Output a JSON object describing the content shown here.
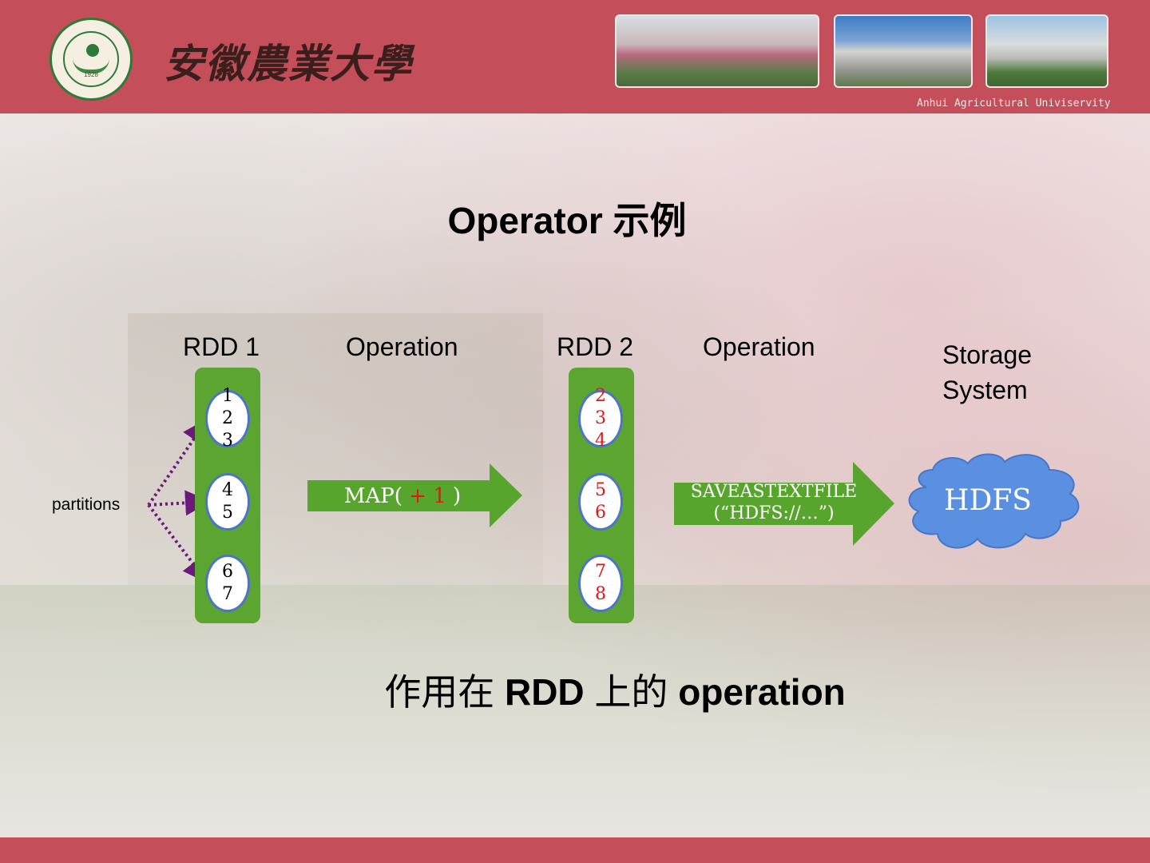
{
  "header": {
    "school_name": "安徽農業大學",
    "logo_year": "1928",
    "tagline": "Anhui Agricultural Univiservity"
  },
  "slide": {
    "title": "Operator 示例",
    "labels": {
      "rdd1": "RDD 1",
      "operation1": "Operation",
      "rdd2": "RDD 2",
      "operation2": "Operation",
      "storage_line1": "Storage",
      "storage_line2": "System",
      "partitions": "partitions"
    },
    "rdd1_partitions": [
      [
        "1",
        "2",
        "3"
      ],
      [
        "4",
        "5"
      ],
      [
        "6",
        "7"
      ]
    ],
    "rdd2_partitions": [
      [
        "2",
        "3",
        "4"
      ],
      [
        "5",
        "6"
      ],
      [
        "7",
        "8"
      ]
    ],
    "map_op": {
      "prefix": "MAP(",
      "plus_one": "+ 1",
      "suffix": ")"
    },
    "save_op": {
      "line1": "SAVEASTEXTFILE",
      "line2": "(“HDFS://…”)"
    },
    "storage": "HDFS",
    "subtitle": {
      "part1": "作用在 ",
      "rdd": "RDD",
      "part2": " 上的 ",
      "operation": "operation"
    }
  },
  "colors": {
    "header_bg": "#c44e59",
    "rdd_green": "#5ba530",
    "arrow_green": "#58a52e",
    "partition_border": "#4d74c9",
    "highlight_red": "#e01818",
    "dotted_arrow": "#6a1b7a",
    "cloud_blue": "#5b8fe0"
  }
}
